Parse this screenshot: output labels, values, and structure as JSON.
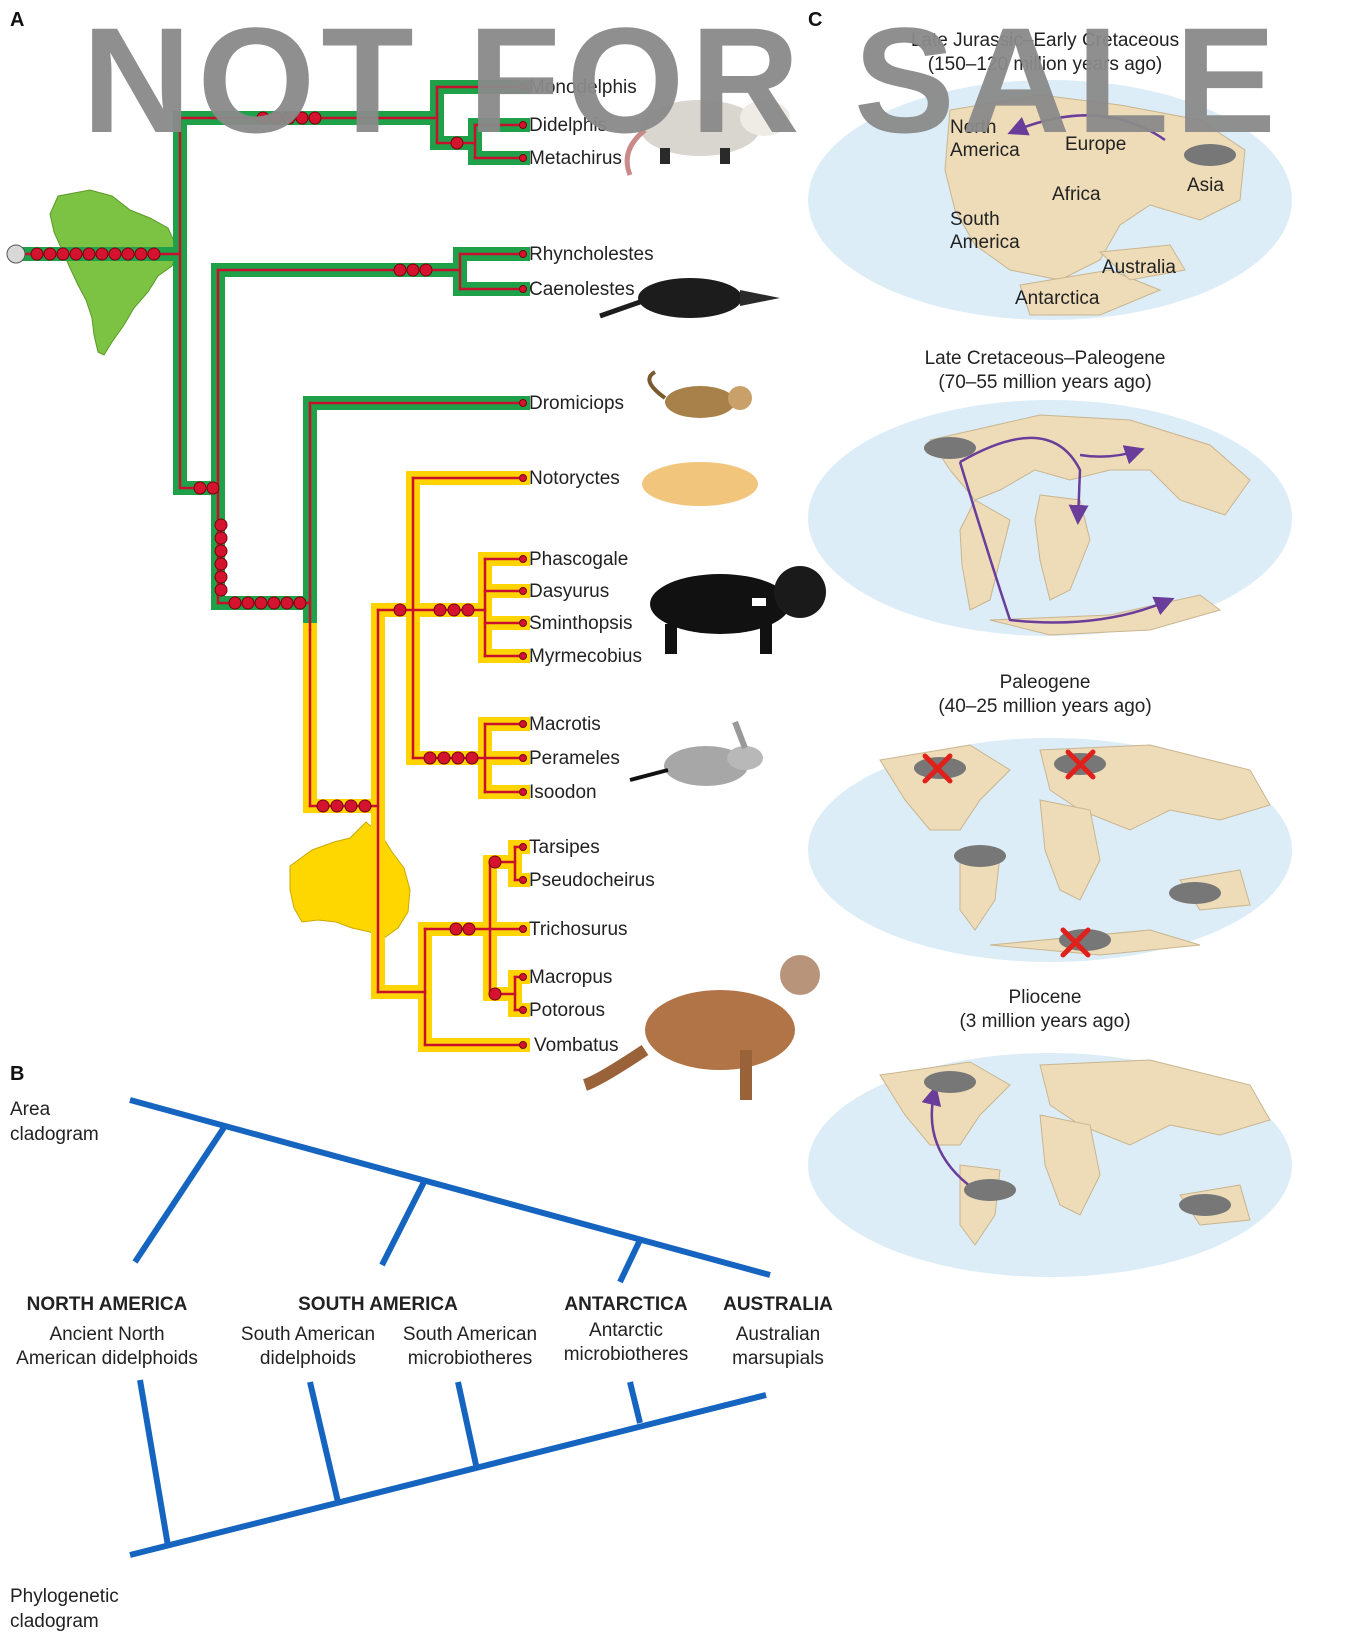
{
  "watermark": "NOT FOR SALE",
  "panels": {
    "a": "A",
    "b": "B",
    "c": "C"
  },
  "phylogeny": {
    "taxa": [
      "Monodelphis",
      "Didelphis",
      "Metachirus",
      "Rhyncholestes",
      "Caenolestes",
      "Dromiciops",
      "Notoryctes",
      "Phascogale",
      "Dasyurus",
      "Sminthopsis",
      "Myrmecobius",
      "Macrotis",
      "Perameles",
      "Isoodon",
      "Tarsipes",
      "Pseudocheirus",
      "Trichosurus",
      "Macropus",
      "Potorous",
      "Vombatus"
    ],
    "colors": {
      "south_american": "#1fa14a",
      "australian": "#ffd400",
      "lineage": "#c8102e",
      "node_dot": "#d4142f"
    }
  },
  "maps": [
    {
      "title_line1": "Late Jurassic–Early Cretaceous",
      "title_line2": "(150–120 million years ago)",
      "labels": [
        "North",
        "America",
        "Europe",
        "Asia",
        "Africa",
        "South",
        "America",
        "Australia",
        "Antarctica"
      ]
    },
    {
      "title_line1": "Late Cretaceous–Paleogene",
      "title_line2": "(70–55 million years ago)"
    },
    {
      "title_line1": "Paleogene",
      "title_line2": "(40–25 million years ago)"
    },
    {
      "title_line1": "Pliocene",
      "title_line2": "(3 million years ago)"
    }
  ],
  "map_colors": {
    "ocean": "#dcedf7",
    "land": "#eedcb8",
    "route": "#6a3d9a",
    "extinct": "#e0201b"
  },
  "area_cladogram": {
    "label_line1": "Area",
    "label_line2": "cladogram",
    "bottom_label_line1": "Phylogenetic",
    "bottom_label_line2": "cladogram",
    "color": "#1565c0",
    "areas": [
      {
        "heading": "NORTH AMERICA",
        "desc1": "Ancient North",
        "desc2": "American didelphoids"
      },
      {
        "heading": "SOUTH AMERICA",
        "desc1": "South American",
        "desc2": "didelphoids"
      },
      {
        "heading": "",
        "desc1": "South American",
        "desc2": "microbiotheres"
      },
      {
        "heading": "ANTARCTICA",
        "desc1": "Antarctic",
        "desc2": "microbiotheres"
      },
      {
        "heading": "AUSTRALIA",
        "desc1": "Australian",
        "desc2": "marsupials"
      }
    ]
  }
}
